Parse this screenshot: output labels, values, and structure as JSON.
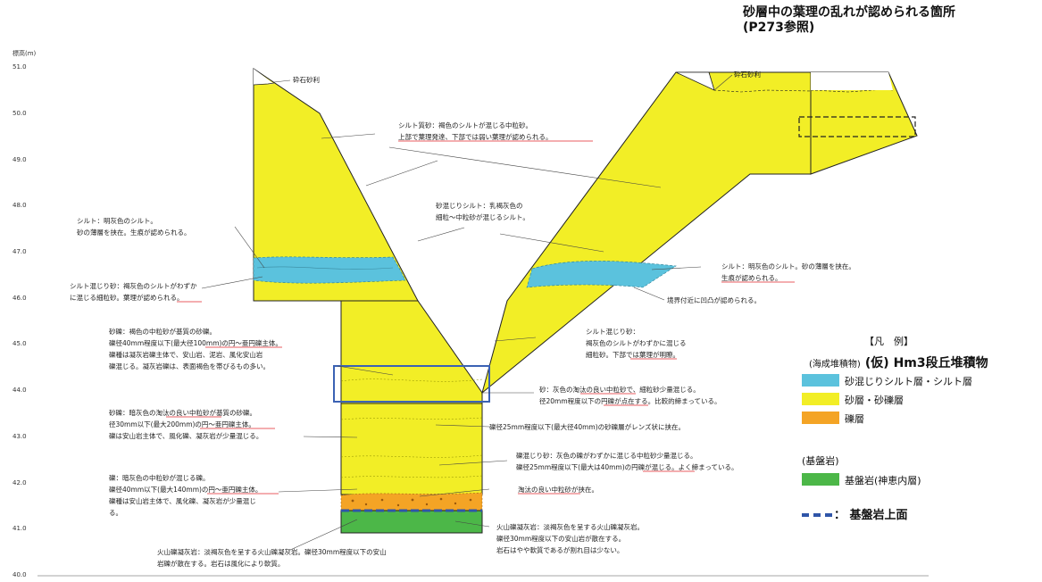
{
  "header_note": {
    "line1": "砂層中の葉理の乱れが認められる箇所",
    "line2": "(P273参照)"
  },
  "axis": {
    "ylabel": "標高(m)",
    "ticks": [
      "51.0",
      "50.0",
      "49.0",
      "48.0",
      "47.0",
      "46.0",
      "45.0",
      "44.0",
      "43.0",
      "42.0",
      "41.0",
      "40.0"
    ]
  },
  "labels": {
    "left_gravel": "砕石砂利",
    "right_gravel": "砕石砂利"
  },
  "annotations": [
    {
      "id": "a1",
      "lines": [
        "シルト質砂：褐色のシルトが混じる中粒砂。",
        "上部で葉理発達、下部では弱い葉理が認められる。"
      ]
    },
    {
      "id": "a2",
      "lines": [
        "砂混じりシルト：乳褐灰色の",
        "細粒～中粒砂が混じるシルト。"
      ]
    },
    {
      "id": "a3",
      "lines": [
        "シルト：明灰色のシルト。",
        "砂の薄層を挟在。生痕が認められる。"
      ]
    },
    {
      "id": "a4",
      "lines": [
        "シルト混じり砂：褐灰色のシルトがわずか",
        "に混じる細粒砂。葉理が認められる。"
      ]
    },
    {
      "id": "a5",
      "lines": [
        "シルト：明灰色のシルト。砂の薄層を挟在。",
        "生痕が認められる。"
      ]
    },
    {
      "id": "a6",
      "lines": [
        "境界付近に凹凸が認められる。"
      ]
    },
    {
      "id": "a7",
      "lines": [
        "砂礫：褐色の中粒砂が基質の砂礫。",
        "礫径40mm程度以下(最大径100mm)の円～亜円礫主体。",
        "礫種は凝灰岩礫主体で、安山岩、泥岩、風化安山岩",
        "礫混じる。凝灰岩礫は、表面褐色を帯びるもの多い。"
      ]
    },
    {
      "id": "a8",
      "lines": [
        "シルト混じり砂：",
        "褐灰色のシルトがわずかに混じる",
        "細粒砂。下部では葉理が明瞭。"
      ]
    },
    {
      "id": "a9",
      "lines": [
        "砂：灰色の淘汰の良い中粒砂で、細粒砂少量混じる。",
        "径20mm程度以下の円礫が点在する。比較的締まっている。"
      ]
    },
    {
      "id": "a10",
      "lines": [
        "砂礫：暗灰色の淘汰の良い中粒砂が基質の砂礫。",
        "径30mm以下(最大200mm)の円～亜円礫主体。",
        "礫は安山岩主体で、風化礫、凝灰岩が少量混じる。"
      ]
    },
    {
      "id": "a11",
      "lines": [
        "礫径25mm程度以下(最大径40mm)の砂礫層がレンズ状に挟在。"
      ]
    },
    {
      "id": "a12",
      "lines": [
        "礫混じり砂：灰色の礫がわずかに混じる中粒砂少量混じる。",
        "礫径25mm程度以下(最大は40mm)の円礫が混じる。よく締まっている。"
      ]
    },
    {
      "id": "a13",
      "lines": [
        "礫：暗灰色の中粒砂が混じる礫。",
        "礫径40mm以下(最大140mm)の円～亜円礫主体。",
        "礫種は安山岩主体で、風化礫、凝灰岩が少量混じ",
        "る。"
      ]
    },
    {
      "id": "a14",
      "lines": [
        "淘汰の良い中粒砂が挟在。"
      ]
    },
    {
      "id": "a15",
      "lines": [
        "火山礫凝灰岩：淡褐灰色を呈する火山礫凝灰岩。",
        "礫径30mm程度以下の安山岩が散在する。",
        "岩石はやや軟質であるが割れ目は少ない。"
      ]
    },
    {
      "id": "a16",
      "lines": [
        "火山礫凝灰岩：淡褐灰色を呈する火山礫凝灰岩。礫径30mm程度以下の安山",
        "岩礫が散在する。岩石は風化により軟質。"
      ]
    }
  ],
  "legend": {
    "title": "【凡　例】",
    "group1": "(海成堆積物)",
    "group1_bold": "(仮) Hm3段丘堆積物",
    "items": [
      {
        "label": "砂混じりシルト層・シルト層",
        "color": "#5bc2dd"
      },
      {
        "label": "砂層・砂礫層",
        "color": "#f2ee26"
      },
      {
        "label": "礫層",
        "color": "#f4a425"
      }
    ],
    "group2": "(基盤岩)",
    "bedrock": {
      "label": "基盤岩(神恵内層)",
      "color": "#4cb748"
    },
    "surface": {
      "label": "：  基盤岩上面",
      "color": "#2f55a8"
    }
  },
  "colors": {
    "sand": "#f2ee26",
    "silt": "#5bc2dd",
    "gravel": "#f4a425",
    "bedrock": "#4cb748",
    "box_blue": "#3b62b4",
    "underline": "#e0282b"
  }
}
